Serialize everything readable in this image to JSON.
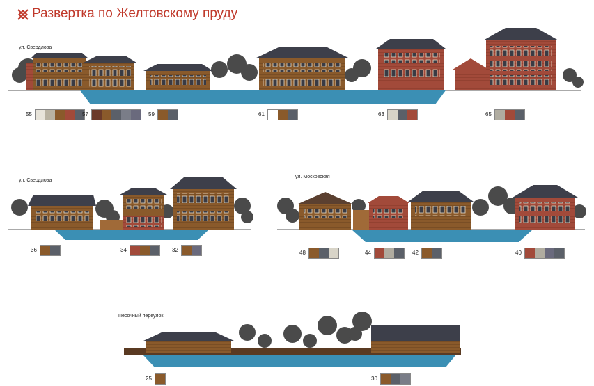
{
  "title": "Развертка по Желтовскому пруду",
  "colors": {
    "accent": "#c0392b",
    "water": "#3b8fb4",
    "roof": "#3d3f4a",
    "wood": "#8a5a2b",
    "brick": "#a24a3a"
  },
  "streets": {
    "row1": "ул. Свердлова",
    "row2a": "ул. Свердлова",
    "row2b": "ул. Московская",
    "row3": "Песочный переулок"
  },
  "swatches": [
    {
      "num": "55",
      "colors": [
        "#e8e4da",
        "#b9b2a1",
        "#8a5a2b",
        "#a24a3a",
        "#5b6069"
      ]
    },
    {
      "num": "57",
      "colors": [
        "#6b3a2a",
        "#8a5a2b",
        "#5b6069",
        "#7a7d88",
        "#6a6a7d"
      ]
    },
    {
      "num": "59",
      "colors": [
        "#8a5a2b",
        "#5b6069"
      ]
    },
    {
      "num": "61",
      "colors": [
        "#ffffff",
        "#8a5a2b",
        "#5b6069"
      ]
    },
    {
      "num": "63",
      "colors": [
        "#d8d4c8",
        "#5b6069",
        "#a24a3a"
      ]
    },
    {
      "num": "65",
      "colors": [
        "#b0aca0",
        "#a24a3a",
        "#5b6069"
      ]
    },
    {
      "num": "36",
      "colors": [
        "#8a5a2b",
        "#5b6069"
      ]
    },
    {
      "num": "34",
      "colors": [
        "#a24a3a",
        "#8a5a2b",
        "#5b6069"
      ]
    },
    {
      "num": "32",
      "colors": [
        "#8a5a2b",
        "#6a6a7d"
      ]
    },
    {
      "num": "48",
      "colors": [
        "#8a5a2b",
        "#5b6069",
        "#d8d4c8"
      ]
    },
    {
      "num": "44",
      "colors": [
        "#a24a3a",
        "#b0aca0",
        "#5b6069"
      ]
    },
    {
      "num": "42",
      "colors": [
        "#8a5a2b",
        "#5b6069"
      ]
    },
    {
      "num": "40",
      "colors": [
        "#a24a3a",
        "#b0aca0",
        "#6a6a7d",
        "#5b6069"
      ]
    },
    {
      "num": "25",
      "colors": [
        "#8a5a2b"
      ]
    },
    {
      "num": "30",
      "colors": [
        "#8a5a2b",
        "#5b6069",
        "#7a7d88"
      ]
    }
  ]
}
